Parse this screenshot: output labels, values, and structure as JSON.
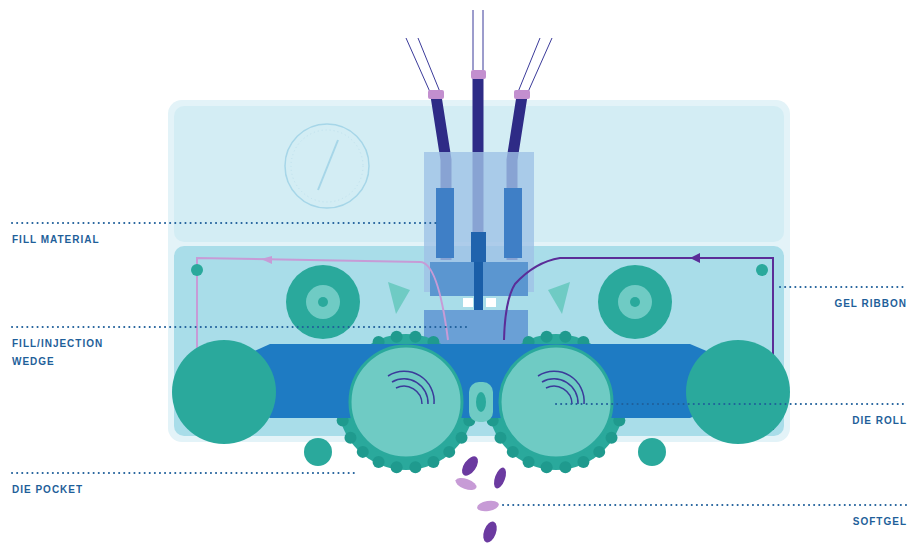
{
  "diagram": {
    "labels": [
      "FILL MATERIAL",
      "FILL/INJECTION WEDGE",
      "DIE POCKET",
      "GEL RIBBON",
      "DIE ROLL",
      "SOFTGEL"
    ]
  }
}
